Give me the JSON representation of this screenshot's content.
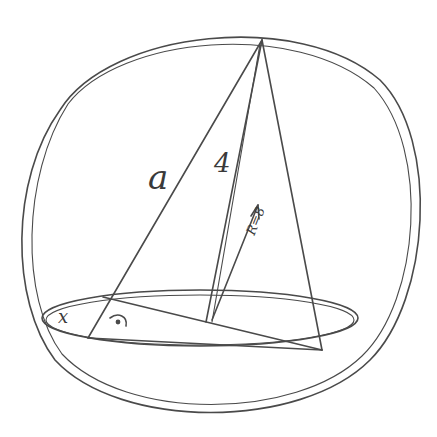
{
  "diagram": {
    "labels": [
      "a",
      "4",
      "R=8",
      "x"
    ]
  }
}
